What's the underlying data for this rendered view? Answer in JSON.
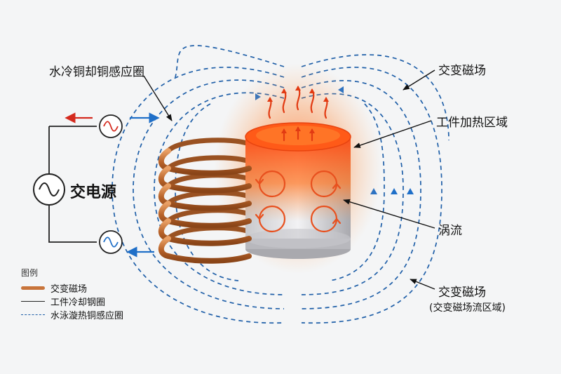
{
  "labels": {
    "coil": "水冷铜却铜感应圈",
    "field_top": "交变磁场",
    "heating_zone": "工件加热区域",
    "source": "交电源",
    "eddy": "涡流",
    "field_bottom": "交变磁场",
    "field_bottom_sub": "(交变磁场流区域)"
  },
  "legend": {
    "title": "图例",
    "items": [
      {
        "label": "交变磁场",
        "style": "copper"
      },
      {
        "label": "工件冷却钢圈",
        "style": "line"
      },
      {
        "label": "水泳漩热铜感应圈",
        "style": "dashed"
      }
    ]
  },
  "colors": {
    "copper": "#c8743a",
    "field_line": "#1f5fa8",
    "arrow_red": "#d42a1e",
    "arrow_blue": "#1f6fc8",
    "glow": "#ff6a1a"
  },
  "icons": [
    "ac-source-icon",
    "ammeter-top-icon",
    "ammeter-bottom-icon",
    "flow-arrow-icon",
    "heat-arrow-icon",
    "eddy-current-icon"
  ]
}
